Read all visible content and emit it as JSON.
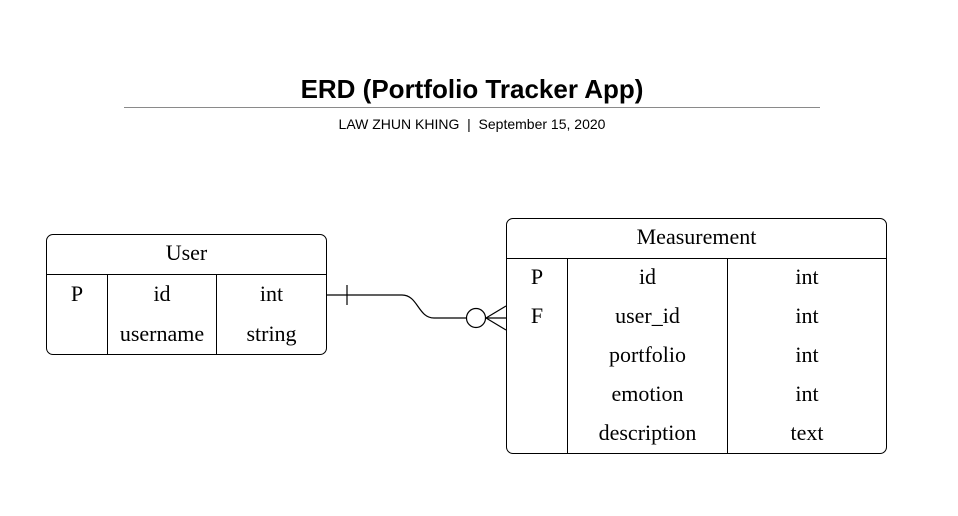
{
  "title": "ERD (Portfolio Tracker App)",
  "subtitle": "LAW ZHUN KHING  |  September 15, 2020",
  "entities": {
    "user": {
      "name": "User",
      "rows": [
        {
          "key": "P",
          "field": "id",
          "type": "int"
        },
        {
          "key": "",
          "field": "username",
          "type": "string"
        }
      ]
    },
    "measurement": {
      "name": "Measurement",
      "rows": [
        {
          "key": "P",
          "field": "id",
          "type": "int"
        },
        {
          "key": "F",
          "field": "user_id",
          "type": "int"
        },
        {
          "key": "",
          "field": "portfolio",
          "type": "int"
        },
        {
          "key": "",
          "field": "emotion",
          "type": "int"
        },
        {
          "key": "",
          "field": "description",
          "type": "text"
        }
      ]
    }
  },
  "relationship": {
    "from": "User",
    "to": "Measurement",
    "from_cardinality": "exactly-one",
    "to_cardinality": "zero-or-many"
  }
}
